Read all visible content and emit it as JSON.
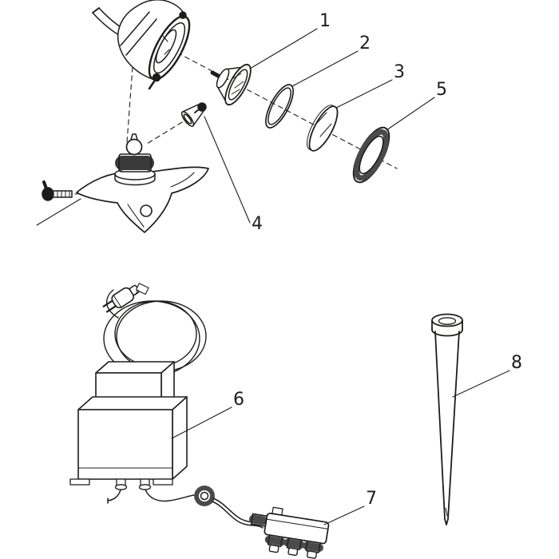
{
  "page": {
    "background": "#ffffff",
    "line_color": "#1d1d1b"
  },
  "callouts": [
    {
      "label": "1"
    },
    {
      "label": "2"
    },
    {
      "label": "3"
    },
    {
      "label": "4"
    },
    {
      "label": "5"
    },
    {
      "label": "6"
    },
    {
      "label": "7"
    },
    {
      "label": "8"
    }
  ]
}
